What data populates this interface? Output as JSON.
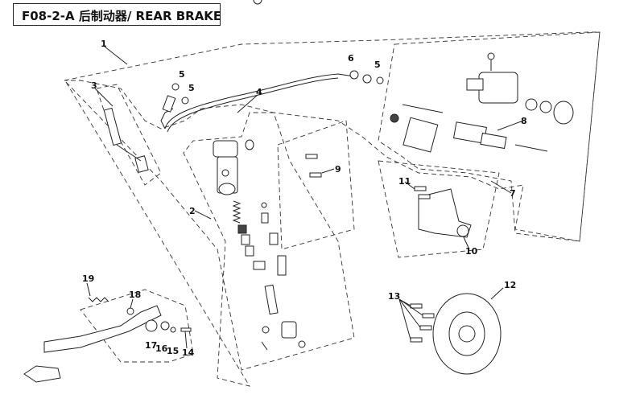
{
  "title": "F08-2-A 后制动器/ REAR BRAKE",
  "callouts": [
    "1",
    "2",
    "3",
    "4",
    "5",
    "5",
    "5",
    "6",
    "7",
    "8",
    "9",
    "10",
    "11",
    "12",
    "13",
    "14",
    "15",
    "16",
    "17",
    "18",
    "19"
  ]
}
